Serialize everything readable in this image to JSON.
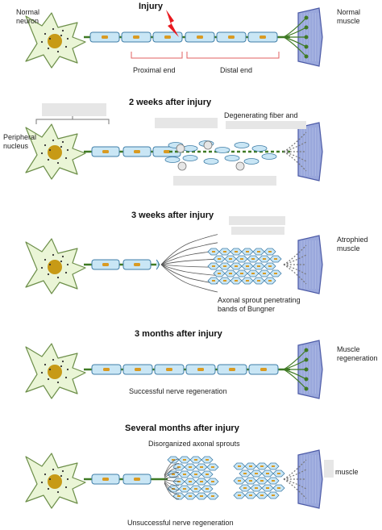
{
  "colors": {
    "neuron_fill": "#eaf5d6",
    "neuron_stroke": "#6d8f4a",
    "nucleus": "#c79a16",
    "axon": "#3f7a24",
    "schwann_fill": "#c9e6f5",
    "schwann_stroke": "#3f7ea8",
    "schwann_nucleus": "#d99a22",
    "muscle_fill": "#9aa8dc",
    "muscle_stroke": "#4c5aa6",
    "bracket": "#e06060",
    "lightning": "#e8191f",
    "mask": "#e6e6e6"
  },
  "panel1": {
    "title": "Injury",
    "neuron_label": "Normal\nneuron",
    "muscle_label": "Normal\nmuscle",
    "proximal": "Proximal end",
    "distal": "Distal end"
  },
  "panel2": {
    "title": "2  weeks after injury",
    "nucleus_label": "Peripheral\nnucleus",
    "degenerating_label": "Degenerating fiber and"
  },
  "panel3": {
    "title": "3  weeks after injury",
    "muscle_label": "Atrophied\nmuscle",
    "bands_label": "Axonal sprout penetrating\nbands of Bungner"
  },
  "panel4": {
    "title": "3  months after injury",
    "muscle_label": "Muscle\nregeneration",
    "caption": "Successful nerve regeneration"
  },
  "panel5": {
    "title": "Several months after injury",
    "sprouts_label": "Disorganized axonal sprouts",
    "muscle_label": "muscle",
    "caption": "Unsuccessful nerve regeneration"
  }
}
